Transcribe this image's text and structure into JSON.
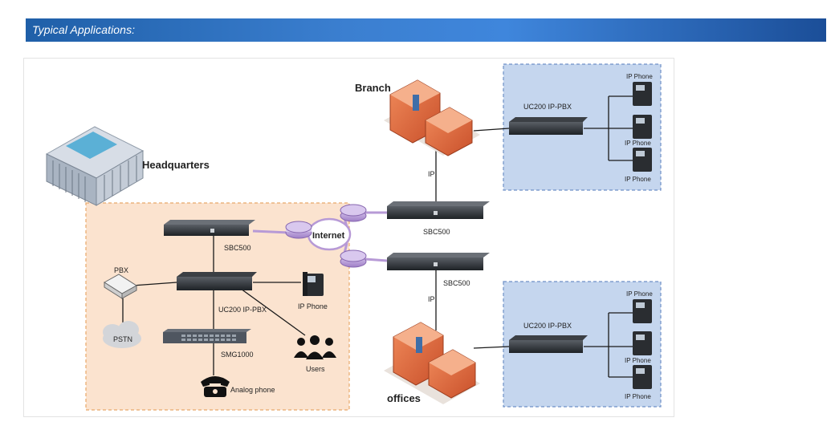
{
  "header": {
    "title": "Typical Applications:"
  },
  "diagram": {
    "headquarters": "Headquarters",
    "branch": "Branch",
    "offices": "offices",
    "internet": "Internet",
    "ip_label_top": "IP",
    "ip_label_bottom": "IP",
    "sbc_hq": "SBC500",
    "sbc_mid_top": "SBC500",
    "sbc_mid_bottom": "SBC500",
    "pbx": "PBX",
    "pstn": "PSTN",
    "uc_hq": "UC200 IP-PBX",
    "ip_phone_hq": "IP Phone",
    "smg": "SMG1000",
    "users": "Users",
    "analog_phone": "Analog phone",
    "uc_branch": "UC200 IP-PBX",
    "uc_offices": "UC200 IP-PBX",
    "branch_phones": [
      "IP Phone",
      "IP Phone",
      "IP Phone"
    ],
    "offices_phones": [
      "IP Phone",
      "IP Phone",
      "IP Phone"
    ]
  },
  "colors": {
    "banner": "#2f6fc0",
    "hq_zone_fill": "#fbe3cf",
    "hq_zone_border": "#e8a96a",
    "remote_zone_fill": "#c5d6ee",
    "remote_zone_border": "#6d8fc6",
    "router": "#b79ad6"
  }
}
